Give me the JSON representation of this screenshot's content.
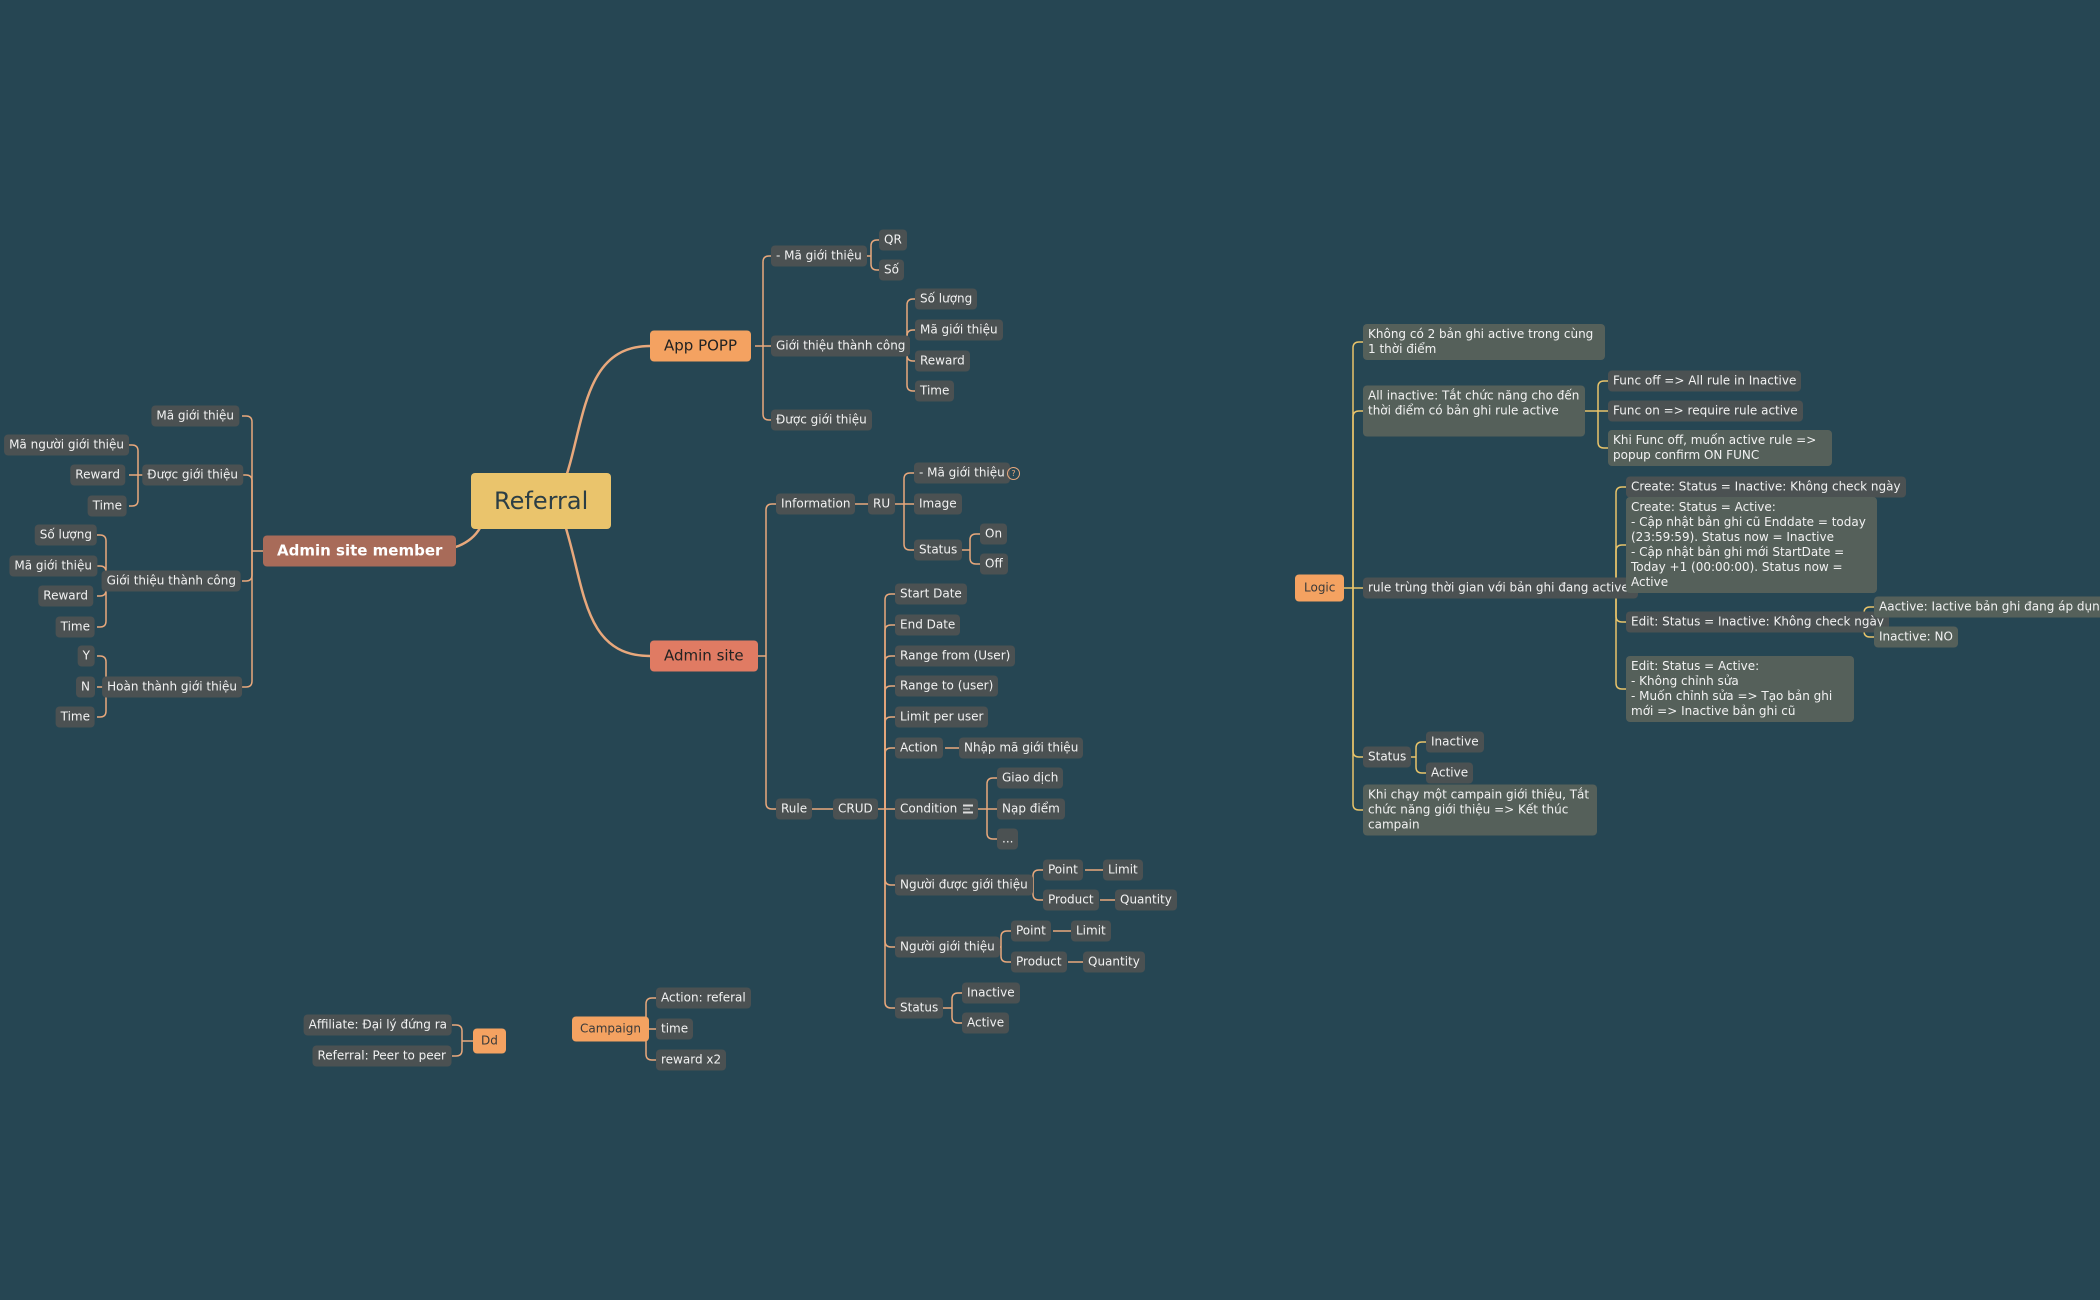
{
  "root": "Referral",
  "app_popp": {
    "label": "App POPP",
    "ma_gioi_thieu": "- Mã giới thiệu",
    "ma_items": [
      "QR",
      "Số"
    ],
    "gioi_thieu_thanh_cong": "Giới thiệu thành công",
    "gttc_items": [
      "Số lượng",
      "Mã giới thiệu",
      "Reward",
      "Time"
    ],
    "duoc_gioi_thieu": "Được giới thiệu"
  },
  "admin_site": {
    "label": "Admin site",
    "information": "Information",
    "ru": "RU",
    "ru_items": {
      "ma": "- Mã giới thiệu",
      "image": "Image",
      "status": "Status"
    },
    "status_items": [
      "On",
      "Off"
    ],
    "rule": "Rule",
    "crud": "CRUD",
    "crud_items": {
      "start_date": "Start Date",
      "end_date": "End Date",
      "range_from": "Range from (User)",
      "range_to": "Range to (user)",
      "limit_per_user": "Limit per user",
      "action": "Action",
      "action_child": "Nhập mã giới thiệu",
      "condition": "Condition",
      "condition_items": [
        "Giao dịch",
        "Nạp điểm",
        "..."
      ],
      "nguoi_duoc_gioi_thieu": "Người được giới thiệu",
      "ndgt_point": "Point",
      "ndgt_limit": "Limit",
      "ndgt_product": "Product",
      "ndgt_quantity": "Quantity",
      "nguoi_gioi_thieu": "Người giới thiệu",
      "ngt_point": "Point",
      "ngt_limit": "Limit",
      "ngt_product": "Product",
      "ngt_quantity": "Quantity",
      "status": "Status",
      "status_items": [
        "Inactive",
        "Active"
      ]
    }
  },
  "admin_member": {
    "label": "Admin site member",
    "ma_gioi_thieu": "Mã giới thiệu",
    "duoc_gioi_thieu": "Được giới thiệu",
    "dgt_items": [
      "Mã người giới thiệu",
      "Reward",
      "Time"
    ],
    "gioi_thieu_thanh_cong": "Giới thiệu thành công",
    "gttc_items": [
      "Số lượng",
      "Mã giới thiệu",
      "Reward",
      "Time"
    ],
    "hoan_thanh": "Hoàn thành giới thiệu",
    "ht_items": [
      "Y",
      "N",
      "Time"
    ]
  },
  "campaign": {
    "label": "Campaign",
    "items": [
      "Action: referal",
      "time",
      "reward x2"
    ]
  },
  "dd": {
    "label": "Dd",
    "items": [
      "Affiliate: Đại lý đứng ra",
      "Referral: Peer to peer"
    ]
  },
  "logic": {
    "label": "Logic",
    "n1": "Không có 2 bản ghi active trong cùng 1 thời điểm",
    "n2": "All inactive: Tắt chức năng cho đến thời điểm có bản ghi rule active",
    "n2_items": [
      "Func off => All rule in Inactive",
      "Func on => require rule active",
      "Khi Func off, muốn active rule => popup confirm ON FUNC"
    ],
    "n3": "rule trùng thời gian với bản ghi đang active:",
    "n3_a": "Create: Status = Inactive: Không check ngày",
    "n3_b": "Create: Status = Active:\n- Cập nhật bản ghi cũ Enddate = today (23:59:59). Status now = Inactive\n- Cập nhật bản ghi mới StartDate = Today +1 (00:00:00). Status now = Active",
    "n3_c": "Edit: Status = Inactive: Không check ngày",
    "n3_c_items": [
      "Aactive: Iactive bản ghi đang áp dụng",
      "Inactive: NO"
    ],
    "n3_d": "Edit: Status = Active:\n- Không chỉnh sửa\n- Muốn chỉnh sửa => Tạo bản ghi mới => Inactive bản ghi cũ",
    "n4": "Status",
    "n4_items": [
      "Inactive",
      "Active"
    ],
    "n5": "Khi chạy một campain giới thiệu, Tắt chức năng giới thiệu => Kết thúc campain"
  },
  "colors": {
    "background": "#264653",
    "line": "#e8a87c",
    "logic_line": "#e9c46a",
    "root": "#eac46c",
    "app_popp": "#f4a261",
    "admin_site": "#e07b63",
    "admin_member": "#a86b59",
    "node": "#4b5152"
  }
}
